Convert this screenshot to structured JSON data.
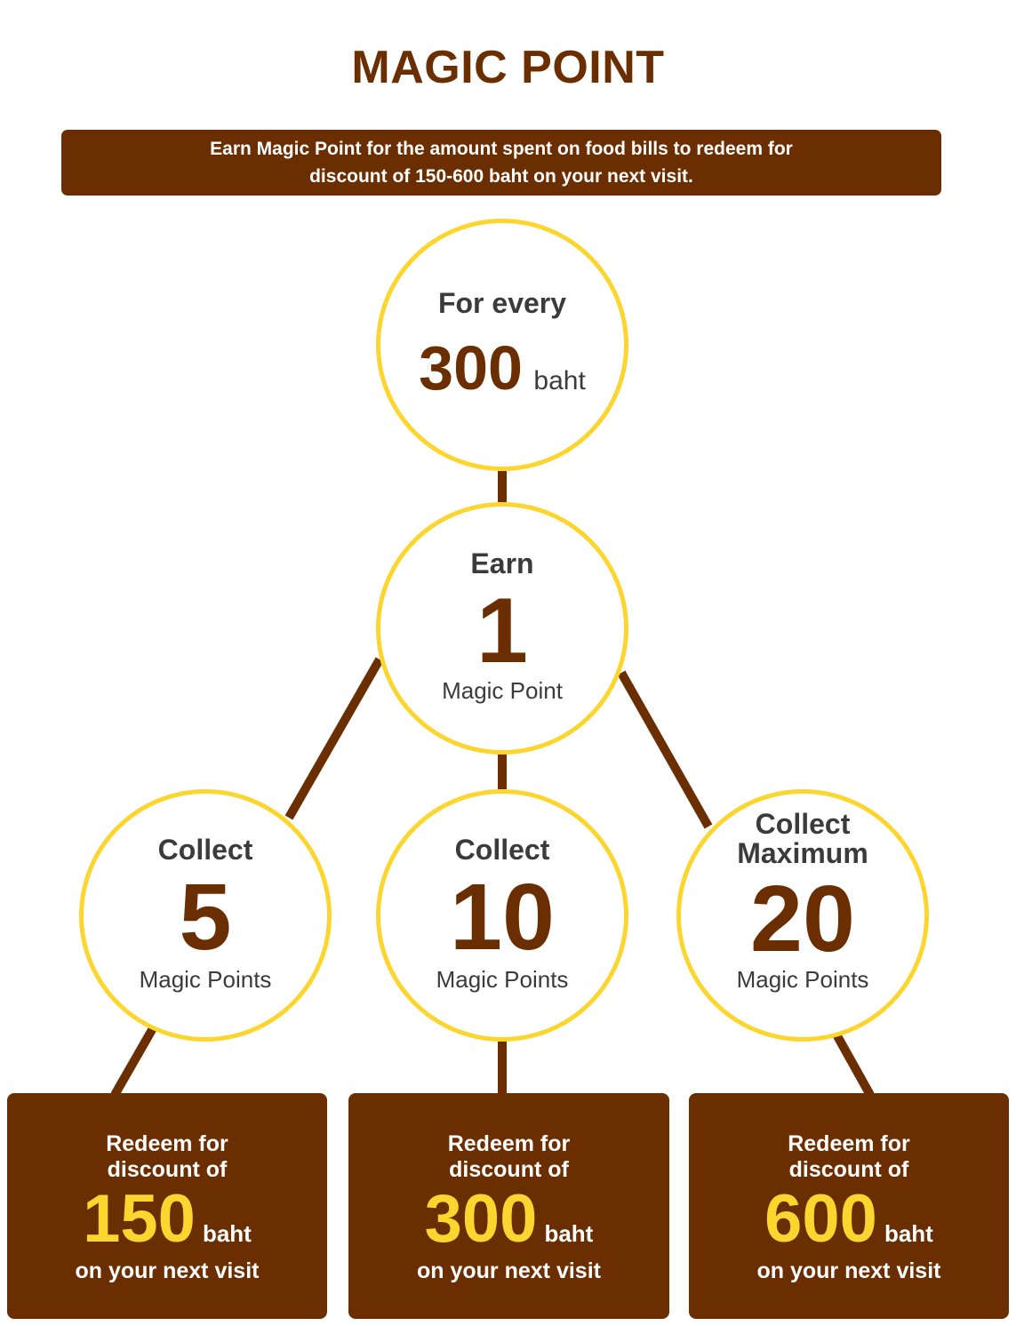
{
  "title": "MAGIC POINT",
  "banner": {
    "line1": "Earn Magic Point for the amount spent on food bills to redeem for",
    "line2": "discount of 150-600 baht on your next visit."
  },
  "colors": {
    "brown": "#6b2e00",
    "yellow": "#fcd62f",
    "text": "#3b3b3b"
  },
  "top_circle": {
    "label": "For every",
    "value": "300",
    "unit": "baht"
  },
  "earn_circle": {
    "label": "Earn",
    "value": "1",
    "unit": "Magic Point"
  },
  "collect": [
    {
      "label": "Collect",
      "value": "5",
      "unit": "Magic Points"
    },
    {
      "label": "Collect",
      "value": "10",
      "unit": "Magic Points"
    },
    {
      "label1": "Collect",
      "label2": "Maximum",
      "value": "20",
      "unit": "Magic Points"
    }
  ],
  "redeem": [
    {
      "line1": "Redeem for",
      "line2": "discount of",
      "amount": "150",
      "unit": "baht",
      "line3": "on your next visit"
    },
    {
      "line1": "Redeem for",
      "line2": "discount of",
      "amount": "300",
      "unit": "baht",
      "line3": "on your next visit"
    },
    {
      "line1": "Redeem for",
      "line2": "discount of",
      "amount": "600",
      "unit": "baht",
      "line3": "on your next visit"
    }
  ]
}
